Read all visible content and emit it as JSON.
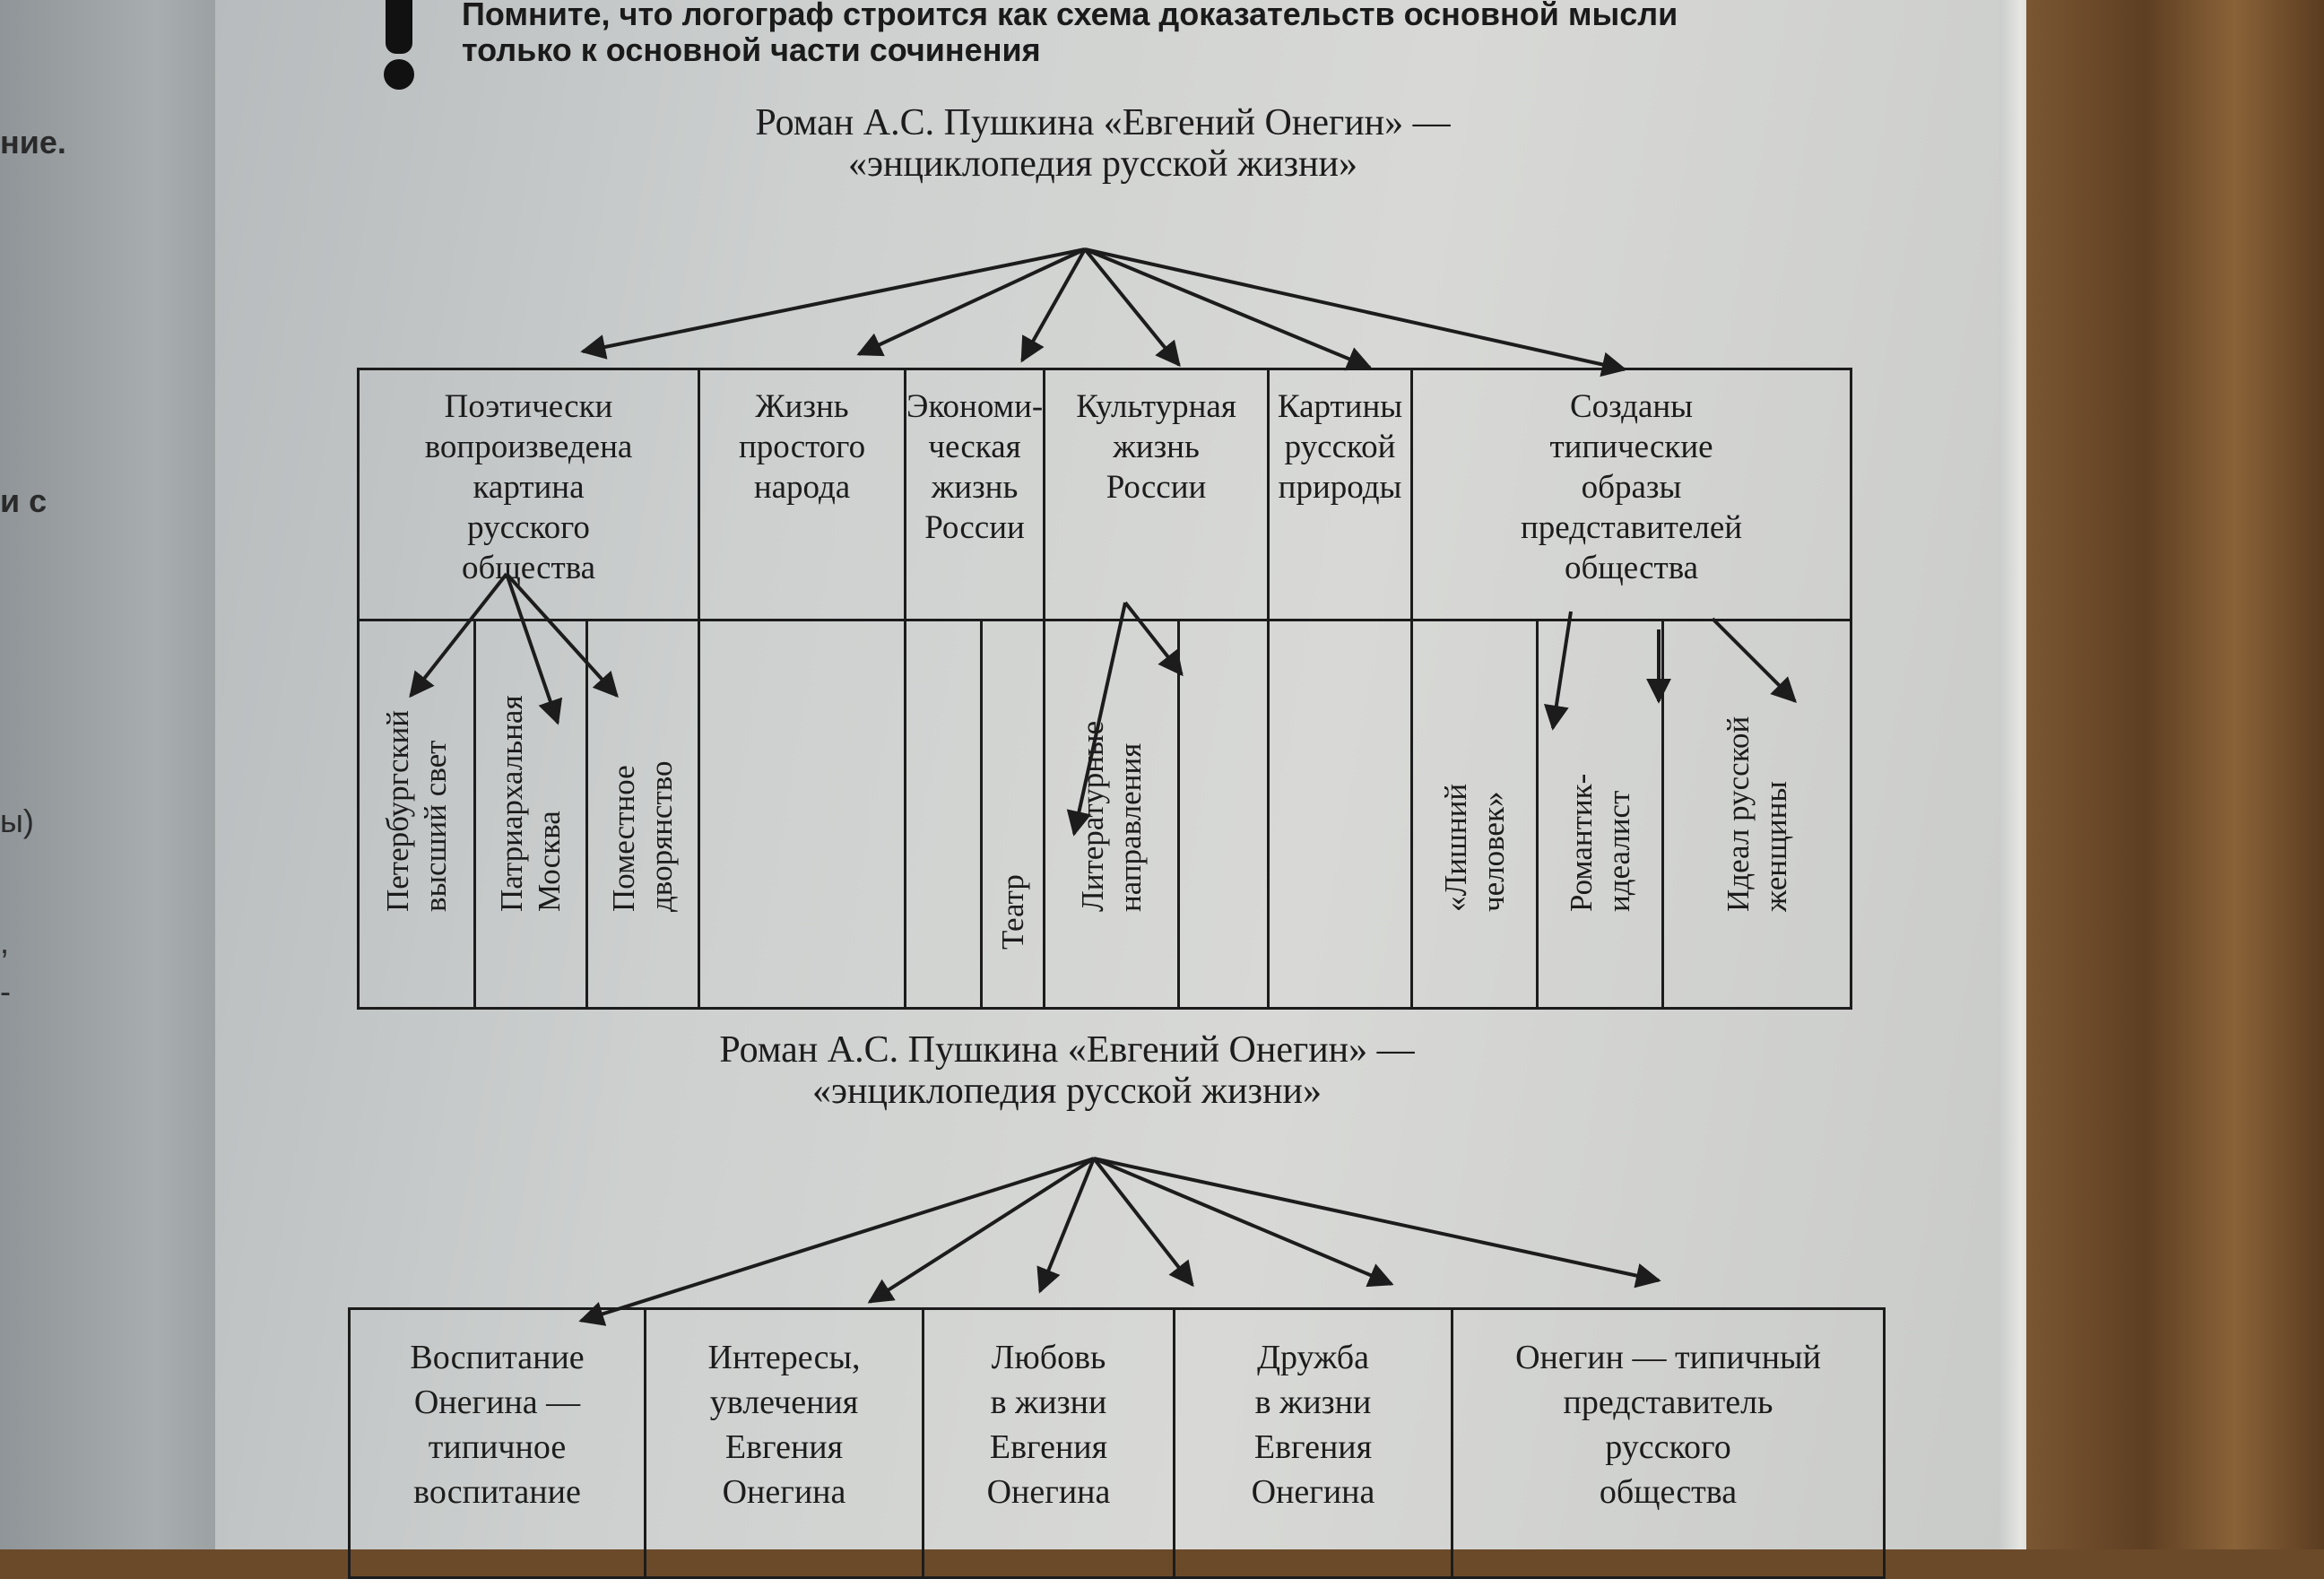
{
  "side_fragments": [
    "ние.",
    "и с",
    "ы)",
    ",",
    "-"
  ],
  "note": {
    "line1": "Помните, что логограф строится как схема доказательств основной мысли",
    "line2": "только к основной части сочинения"
  },
  "diagram1": {
    "title_line1": "Роман А.С. Пушкина «Евгений Онегин» —",
    "title_line2": "«энциклопедия русской жизни»",
    "categories": [
      [
        "Поэтически",
        "вопроизведена",
        "картина",
        "русского",
        "общества"
      ],
      [
        "Жизнь",
        "простого",
        "народа"
      ],
      [
        "Экономи-",
        "ческая",
        "жизнь",
        "России"
      ],
      [
        "Культурная",
        "жизнь",
        "России"
      ],
      [
        "Картины",
        "русской",
        "природы"
      ],
      [
        "Созданы",
        "типические",
        "образы",
        "представителей",
        "общества"
      ]
    ],
    "subitems": {
      "society": [
        [
          "Петербургский",
          "высший свет"
        ],
        [
          "Патриархальная",
          "Москва"
        ],
        [
          "Поместное",
          "дворянство"
        ]
      ],
      "culture": [
        [
          "Театр"
        ],
        [
          "Литературные",
          "направления"
        ]
      ],
      "types": [
        [
          "«Лишний",
          "человек»"
        ],
        [
          "Романтик-",
          "идеалист"
        ],
        [
          "Идеал русской",
          "женщины"
        ]
      ]
    }
  },
  "diagram2": {
    "title_line1": "Роман А.С. Пушкина «Евгений Онегин» —",
    "title_line2": "«энциклопедия русской жизни»",
    "categories": [
      [
        "Воспитание",
        "Онегина —",
        "типичное",
        "воспитание"
      ],
      [
        "Интересы,",
        "увлечения",
        "Евгения",
        "Онегина"
      ],
      [
        "Любовь",
        "в жизни",
        "Евгения",
        "Онегина"
      ],
      [
        "Дружба",
        "в жизни",
        "Евгения",
        "Онегина"
      ],
      [
        "Онегин — типичный",
        "представитель",
        "русского",
        "общества"
      ]
    ]
  }
}
